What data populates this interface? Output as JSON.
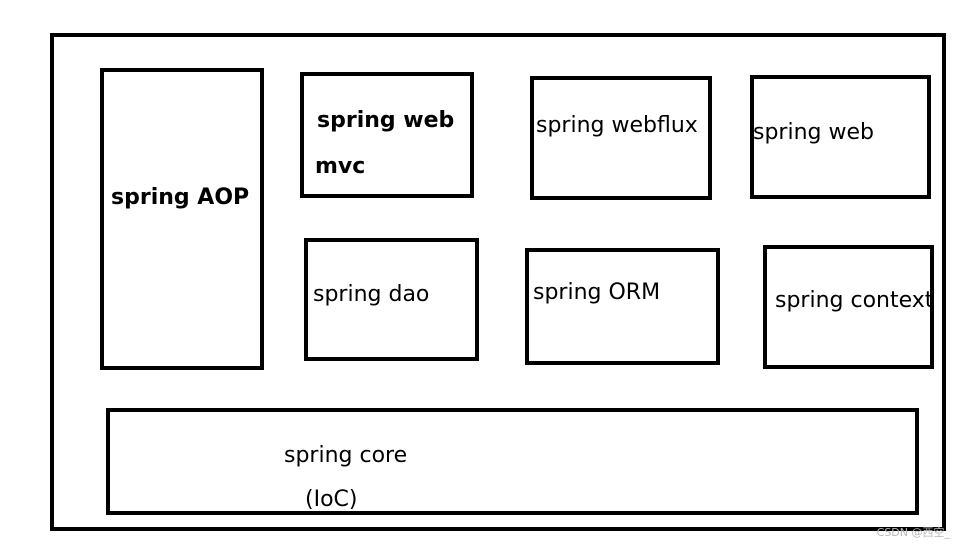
{
  "diagram": {
    "modules": {
      "aop": "spring AOP",
      "web_mvc_line1": "spring web",
      "web_mvc_line2": "mvc",
      "webflux": "spring webflux",
      "web": "spring web",
      "dao": "spring dao",
      "orm": "spring ORM",
      "context": "spring context",
      "core_line1": "spring core",
      "core_line2": "(IoC)"
    }
  },
  "watermark": "CSDN @西空_"
}
